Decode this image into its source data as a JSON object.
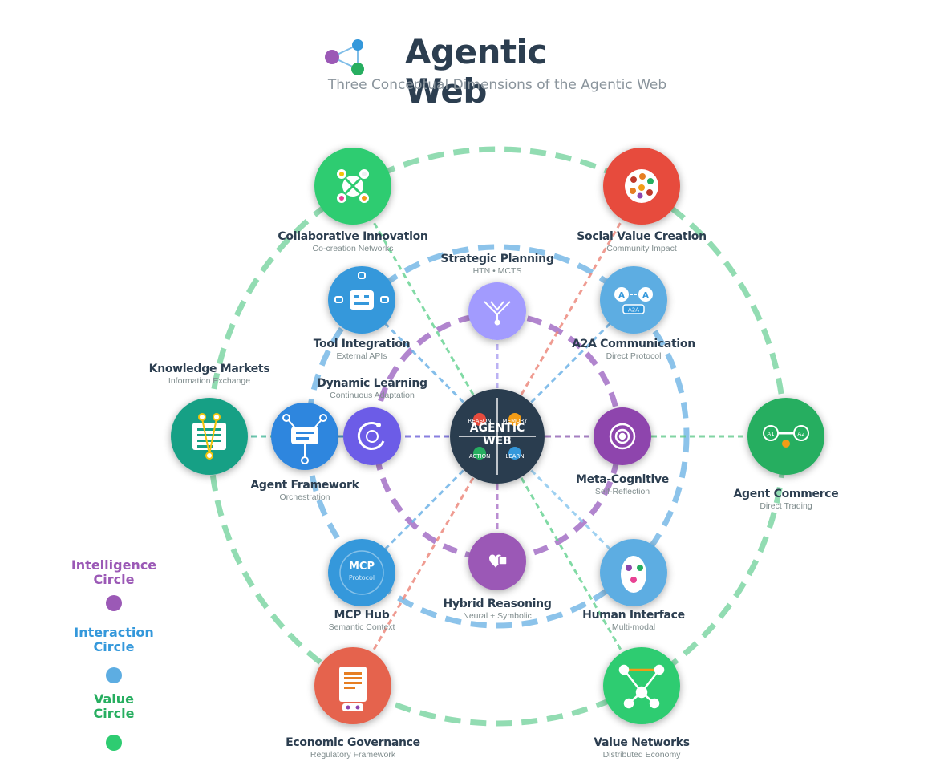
{
  "header": {
    "title": "Agentic Web",
    "subtitle": "Three Conceptual Dimensions of the Agentic Web"
  },
  "center": {
    "label_line1": "AGENTIC",
    "label_line2": "WEB",
    "quadrants": [
      "REASON",
      "MEMORY",
      "ACTION",
      "LEARN"
    ]
  },
  "legend": {
    "intelligence": {
      "label_line1": "Intelligence",
      "label_line2": "Circle",
      "color": "#9b59b6"
    },
    "interaction": {
      "label_line1": "Interaction",
      "label_line2": "Circle",
      "color": "#3498db"
    },
    "value": {
      "label_line1": "Value",
      "label_line2": "Circle",
      "color": "#27ae60"
    }
  },
  "nodes": {
    "collaborative_innovation": {
      "name": "Collaborative Innovation",
      "sub": "Co-creation Networks",
      "color": "#2ecc71"
    },
    "social_value_creation": {
      "name": "Social Value Creation",
      "sub": "Community Impact",
      "color": "#e74c3c"
    },
    "knowledge_markets": {
      "name": "Knowledge Markets",
      "sub": "Information Exchange",
      "color": "#16a085"
    },
    "agent_commerce": {
      "name": "Agent Commerce",
      "sub": "Direct Trading",
      "color": "#27ae60"
    },
    "economic_governance": {
      "name": "Economic Governance",
      "sub": "Regulatory Framework",
      "color": "#e5634e"
    },
    "value_networks": {
      "name": "Value Networks",
      "sub": "Distributed Economy",
      "color": "#2ecc71"
    },
    "tool_integration": {
      "name": "Tool Integration",
      "sub": "External APIs",
      "color": "#3498db"
    },
    "a2a_communication": {
      "name": "A2A Communication",
      "sub": "Direct Protocol",
      "color": "#5dade2"
    },
    "agent_framework": {
      "name": "Agent Framework",
      "sub": "Orchestration",
      "color": "#2e86de"
    },
    "mcp_hub": {
      "name": "MCP Hub",
      "sub": "Semantic Context",
      "color": "#3498db",
      "badge": "MCP",
      "badge_sub": "Protocol"
    },
    "human_interface": {
      "name": "Human Interface",
      "sub": "Multi-modal",
      "color": "#5dade2"
    },
    "strategic_planning": {
      "name": "Strategic Planning",
      "sub": "HTN  •  MCTS",
      "color": "#a29bfe"
    },
    "dynamic_learning": {
      "name": "Dynamic Learning",
      "sub": "Continuous Adaptation",
      "color": "#6c5ce7"
    },
    "meta_cognitive": {
      "name": "Meta-Cognitive",
      "sub": "Self-Reflection",
      "color": "#8e44ad"
    },
    "hybrid_reasoning": {
      "name": "Hybrid Reasoning",
      "sub": "Neural + Symbolic",
      "color": "#9b59b6"
    }
  },
  "badges": {
    "a2a_left": "A",
    "a2a_right": "A",
    "a2a_bar": "A2A",
    "commerce_left": "A1",
    "commerce_right": "A2"
  }
}
